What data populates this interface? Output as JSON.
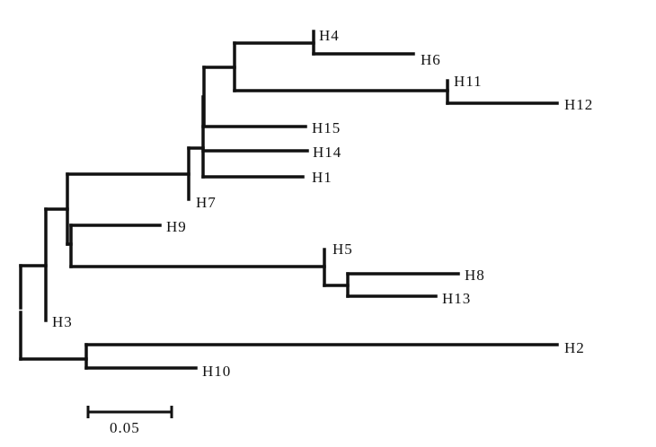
{
  "tree": {
    "leaves": [
      "H4",
      "H6",
      "H11",
      "H12",
      "H15",
      "H14",
      "H1",
      "H7",
      "H9",
      "H5",
      "H8",
      "H13",
      "H3",
      "H2",
      "H10"
    ]
  },
  "scale_bar": {
    "label": "0.05",
    "value": 0.05
  },
  "colors": {
    "line": "#111111",
    "background": "#ffffff"
  }
}
